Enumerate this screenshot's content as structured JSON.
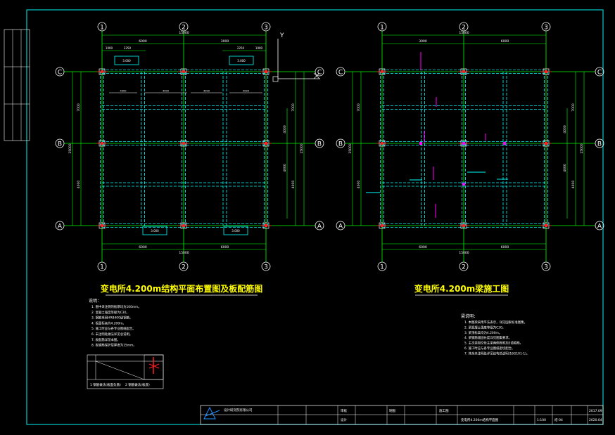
{
  "left_plan": {
    "title": "变电所4.200m结构平面布置图及板配筋图",
    "axes_x": [
      "1",
      "2",
      "3"
    ],
    "axes_y": [
      "C",
      "B",
      "A"
    ],
    "dims_top": [
      "6000",
      "3000"
    ],
    "dims_top_total": "15000",
    "dims_top_small": [
      "1000",
      "2250",
      "2250",
      "1000"
    ],
    "dims_bottom": [
      "6000",
      "6000"
    ],
    "dims_bottom_total": "15000",
    "dims_side_total": "15000",
    "dims_side": [
      "7000",
      "4000"
    ],
    "dims_right_inner": [
      "4000",
      "4000"
    ],
    "slab_marks": [
      "4000",
      "4000",
      "4000",
      "4000"
    ],
    "opening_labels": [
      "3.000",
      "3.000",
      "3.000",
      "3.000"
    ],
    "ucs_label": "Y",
    "notes_heading": "说明：",
    "notes": [
      "1. 图中未注明的板厚均为100mm。",
      "2. 混凝土强度等级为C30。",
      "3. 钢筋采用HRB400级钢筋。",
      "4. 板面标高为4.200m。",
      "5. 施工时应与各专业图纸配合。",
      "6. 未注明处做法详见总说明。",
      "7. 板配筋详见本图。",
      "8. 板钢筋保护层厚度为15mm。"
    ],
    "legend_caption_left": "1 钢筋做法(板面负筋)",
    "legend_caption_right": "2 钢筋做法(板底)"
  },
  "right_plan": {
    "title": "变电所4.200m梁施工图",
    "axes_x": [
      "1",
      "2",
      "3"
    ],
    "axes_y": [
      "C",
      "B",
      "A"
    ],
    "dims_top": [
      "3000",
      "6000"
    ],
    "dims_top_total": "15000",
    "dims_bottom": [
      "6000",
      "6000"
    ],
    "dims_bottom_total": "15000",
    "dims_side_total": "15000",
    "dims_side": [
      "7000",
      "4000"
    ],
    "dims_right_inner": [
      "4000",
      "4000"
    ],
    "notes_heading": "梁说明：",
    "notes": [
      "1. 本图梁采用平法表示，详见国家标准图集。",
      "2. 梁混凝土强度等级为C30。",
      "3. 梁顶标高均为4.200m。",
      "4. 梁钢筋锚固长度详见图集要求。",
      "5. 主次梁相交处主梁两侧各附加3道箍筋。",
      "6. 施工时应与各专业图纸密切配合。",
      "7. 其余未注明处详见结构总说明(16G101-1)。"
    ]
  },
  "titleblock": {
    "company": "设计研究院有限公司",
    "drawing_title": "变电所4.200m结构平面图",
    "drawing_no": "结-04",
    "date": "2017.09",
    "scale": "1:100",
    "edition": "2020.04",
    "checker": "审核",
    "designer": "设计",
    "drawer": "制图",
    "stage": "施工图"
  },
  "colors": {
    "frame": "#00cccc",
    "grid": "#00ff00",
    "beam": "#00ffff",
    "column": "#ff2020",
    "title": "#ffff00",
    "magenta": "#ff00ff"
  }
}
